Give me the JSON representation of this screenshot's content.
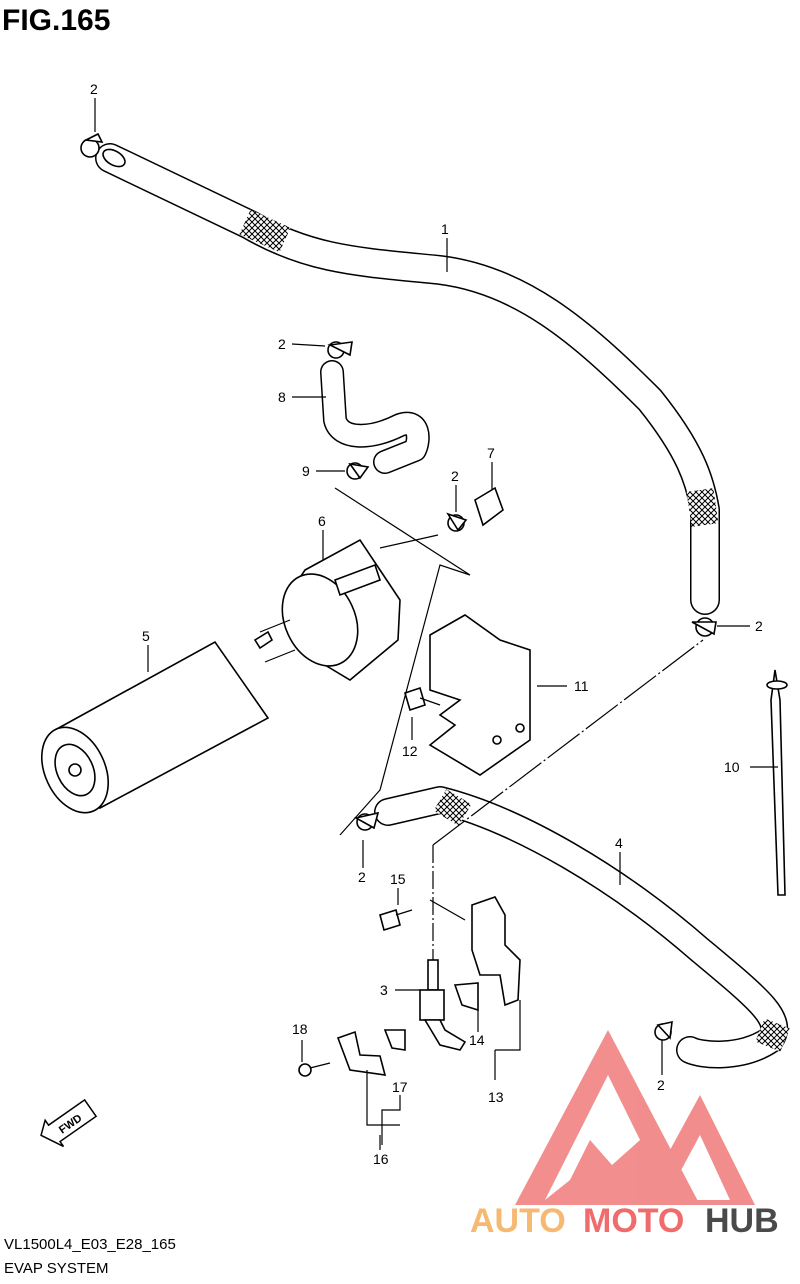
{
  "header": {
    "title": "FIG.165"
  },
  "footer": {
    "code": "VL1500L4_E03_E28_165",
    "name": "EVAP SYSTEM"
  },
  "callouts": {
    "c1": "1",
    "c2a": "2",
    "c2b": "2",
    "c2c": "2",
    "c2d": "2",
    "c2e": "2",
    "c2f": "2",
    "c3": "3",
    "c4": "4",
    "c5": "5",
    "c6": "6",
    "c7": "7",
    "c8": "8",
    "c9": "9",
    "c10": "10",
    "c11": "11",
    "c12": "12",
    "c13": "13",
    "c14": "14",
    "c15": "15",
    "c16": "16",
    "c17": "17",
    "c18": "18"
  },
  "direction_badge": "FWD",
  "watermark": {
    "word1": "AUTO",
    "word2": "MOTO",
    "word3": "HUB",
    "colors": {
      "auto": "#f5b971",
      "moto": "#f06b6b",
      "hub": "#4a4a4a",
      "logo": "#f07a7a"
    }
  }
}
